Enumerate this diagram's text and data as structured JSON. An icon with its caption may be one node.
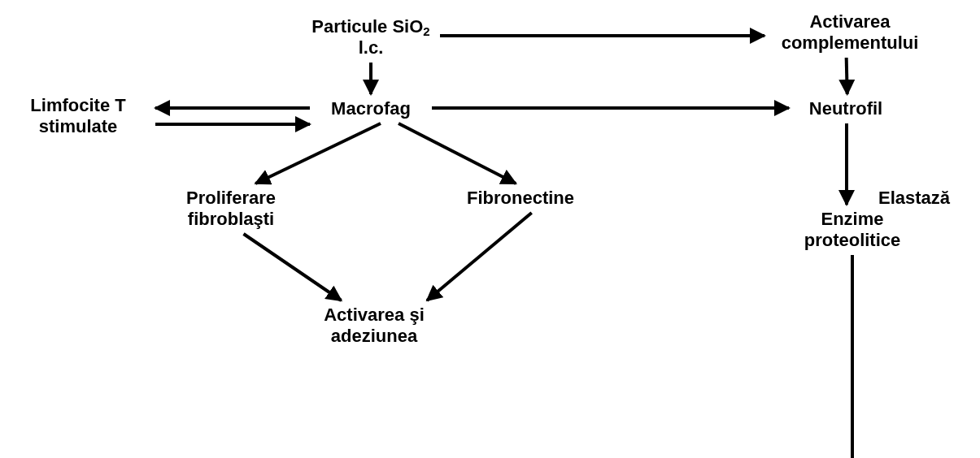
{
  "diagram": {
    "nodes": [
      {
        "text": [
          "Particule SiO$_{2}$ l.c."
        ]
      },
      {
        "text": [
          "Activarea complementului"
        ]
      },
      {
        "text": [
          "Limfocite T stimulate"
        ]
      },
      {
        "text": [
          "Macrofag"
        ]
      },
      {
        "text": [
          "Neutrofil"
        ]
      },
      {
        "text": [
          "Proliferare fibroblaşti"
        ]
      },
      {
        "text": [
          "Fibronectine"
        ]
      },
      {
        "text": [
          "Enzime proteolitice"
        ]
      },
      {
        "text": [
          "Activarea şi adeziunea"
        ]
      }
    ],
    "edges": [
      {
        "from": 0,
        "to": 1,
        "arrow": "to"
      },
      {
        "from": 0,
        "to": 3,
        "arrow": "to"
      },
      {
        "from": 3,
        "to": 2,
        "arrow": "to"
      },
      {
        "from": 2,
        "to": 3,
        "arrow": "to"
      },
      {
        "from": 3,
        "to": 4,
        "arrow": "to"
      },
      {
        "from": 1,
        "to": 4,
        "arrow": "to"
      },
      {
        "from": 3,
        "to": 5,
        "arrow": "to"
      },
      {
        "from": 3,
        "to": 6,
        "arrow": "to"
      },
      {
        "from": 4,
        "to": 7,
        "arrow": "to"
      },
      {
        "from": 5,
        "to": 8,
        "arrow": "to"
      },
      {
        "from": 6,
        "to": 8,
        "arrow": "to"
      },
      {
        "from": 7,
        "to": null,
        "arrow": "none"
      }
    ],
    "labels": [
      "Elastază"
    ]
  }
}
